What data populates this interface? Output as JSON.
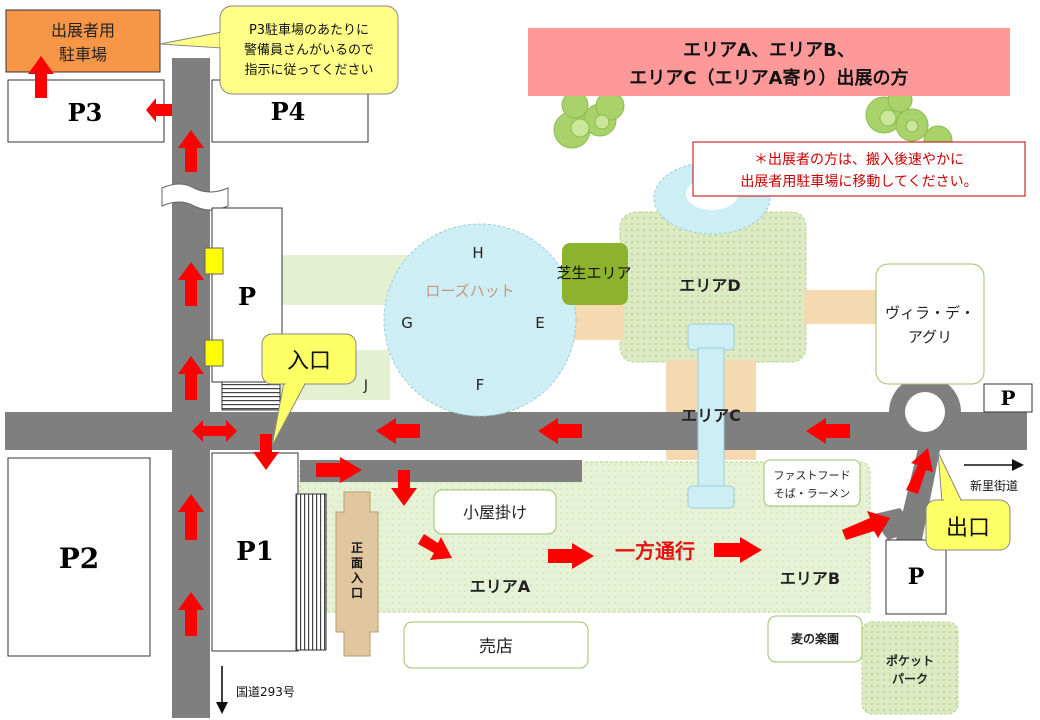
{
  "banner": {
    "line1": "エリアA、エリアB、",
    "line2": "エリアC（エリアA寄り）出展の方",
    "bg": "#ff9999"
  },
  "notice": {
    "line1": "＊出展者の方は、搬入後速やかに",
    "line2": "出展者用駐車場に移動してください。",
    "color": "#cc0000"
  },
  "callouts": {
    "guard_line1": "P3駐車場のあたりに",
    "guard_line2": "警備員さんがいるので",
    "guard_line3": "指示に従ってください",
    "entrance": "入口",
    "exit": "出口"
  },
  "parking": {
    "exhibitor_line1": "出展者用",
    "exhibitor_line2": "駐車場",
    "p1": "P1",
    "p2": "P2",
    "p3": "P3",
    "p4": "P4",
    "p_west": "P",
    "p_east": "P",
    "p_south": "P"
  },
  "areas": {
    "rose_hut": "ローズハット",
    "rose_h": "H",
    "rose_g": "G",
    "rose_e": "E",
    "rose_f": "F",
    "lawn": "芝生エリア",
    "area_d": "エリアD",
    "area_c": "エリアC",
    "area_a": "エリアA",
    "area_b": "エリアB",
    "j": "J",
    "villa_line1": "ヴィラ・デ・",
    "villa_line2": "アグリ",
    "koyagake": "小屋掛け",
    "baiten": "売店",
    "fastfood_line1": "ファストフード",
    "fastfood_line2": "そば・ラーメン",
    "mugi": "麦の楽園",
    "pocket_line1": "ポケット",
    "pocket_line2": "パーク",
    "front_gate": [
      "正",
      "面",
      "入",
      "口"
    ],
    "one_way": "一方通行"
  },
  "roads": {
    "route293": "国道293号",
    "niisato": "新里街道"
  },
  "colors": {
    "road": "#7f7f7f",
    "arrow": "#ff0000",
    "green_light": "#e3f1d0",
    "green_dotted": "#d6e8b8",
    "lawn": "#8db32e",
    "rosehut": "#cdeef5",
    "sand": "#f5d9b0",
    "yellow": "#ffff66",
    "orange": "#f79646"
  }
}
